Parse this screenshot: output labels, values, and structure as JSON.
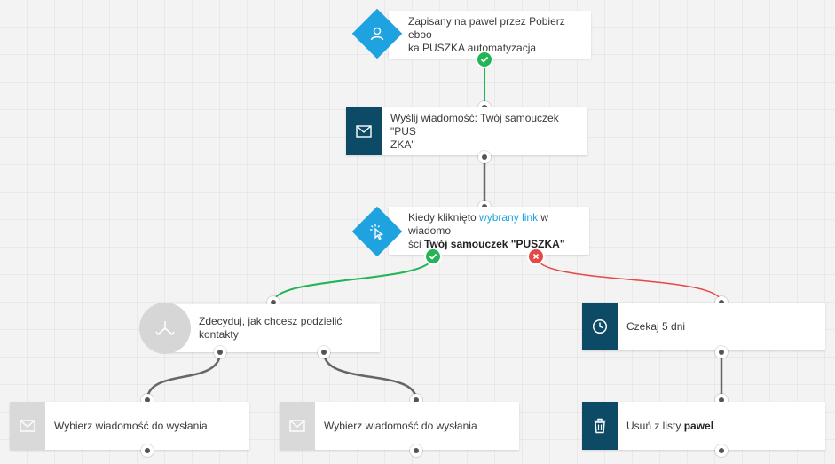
{
  "colors": {
    "node_dark": "#0c4a66",
    "node_gray": "#d9d9d9",
    "diamond_blue": "#1ea3e0",
    "wire_green": "#22b455",
    "wire_red": "#e64747",
    "wire_gray": "#666666"
  },
  "trigger": {
    "icon": "user-icon",
    "line1": "Zapisany na pawel przez Pobierz eboo",
    "line2": "ka PUSZKA automatyzacja"
  },
  "send_message": {
    "icon": "envelope-icon",
    "line1": "Wyślij wiadomość: Twój samouczek \"PUS",
    "line2": "ZKA\""
  },
  "condition": {
    "icon": "cursor-click-icon",
    "prefix": "Kiedy kliknięto ",
    "link": "wybrany link",
    "middle": " w wiadomo",
    "line2_prefix": "ści ",
    "message_name": "Twój samouczek \"PUSZKA\""
  },
  "split": {
    "icon": "split-icon",
    "label": "Zdecyduj, jak chcesz podzielić kontakty"
  },
  "wait": {
    "icon": "clock-icon",
    "label": "Czekaj 5 dni"
  },
  "choose_message_left": {
    "icon": "envelope-icon",
    "label": "Wybierz wiadomość do wysłania"
  },
  "choose_message_right": {
    "icon": "envelope-icon",
    "label": "Wybierz wiadomość do wysłania"
  },
  "remove_from_list": {
    "icon": "trash-icon",
    "prefix": "Usuń z listy ",
    "list_name": "pawel"
  }
}
